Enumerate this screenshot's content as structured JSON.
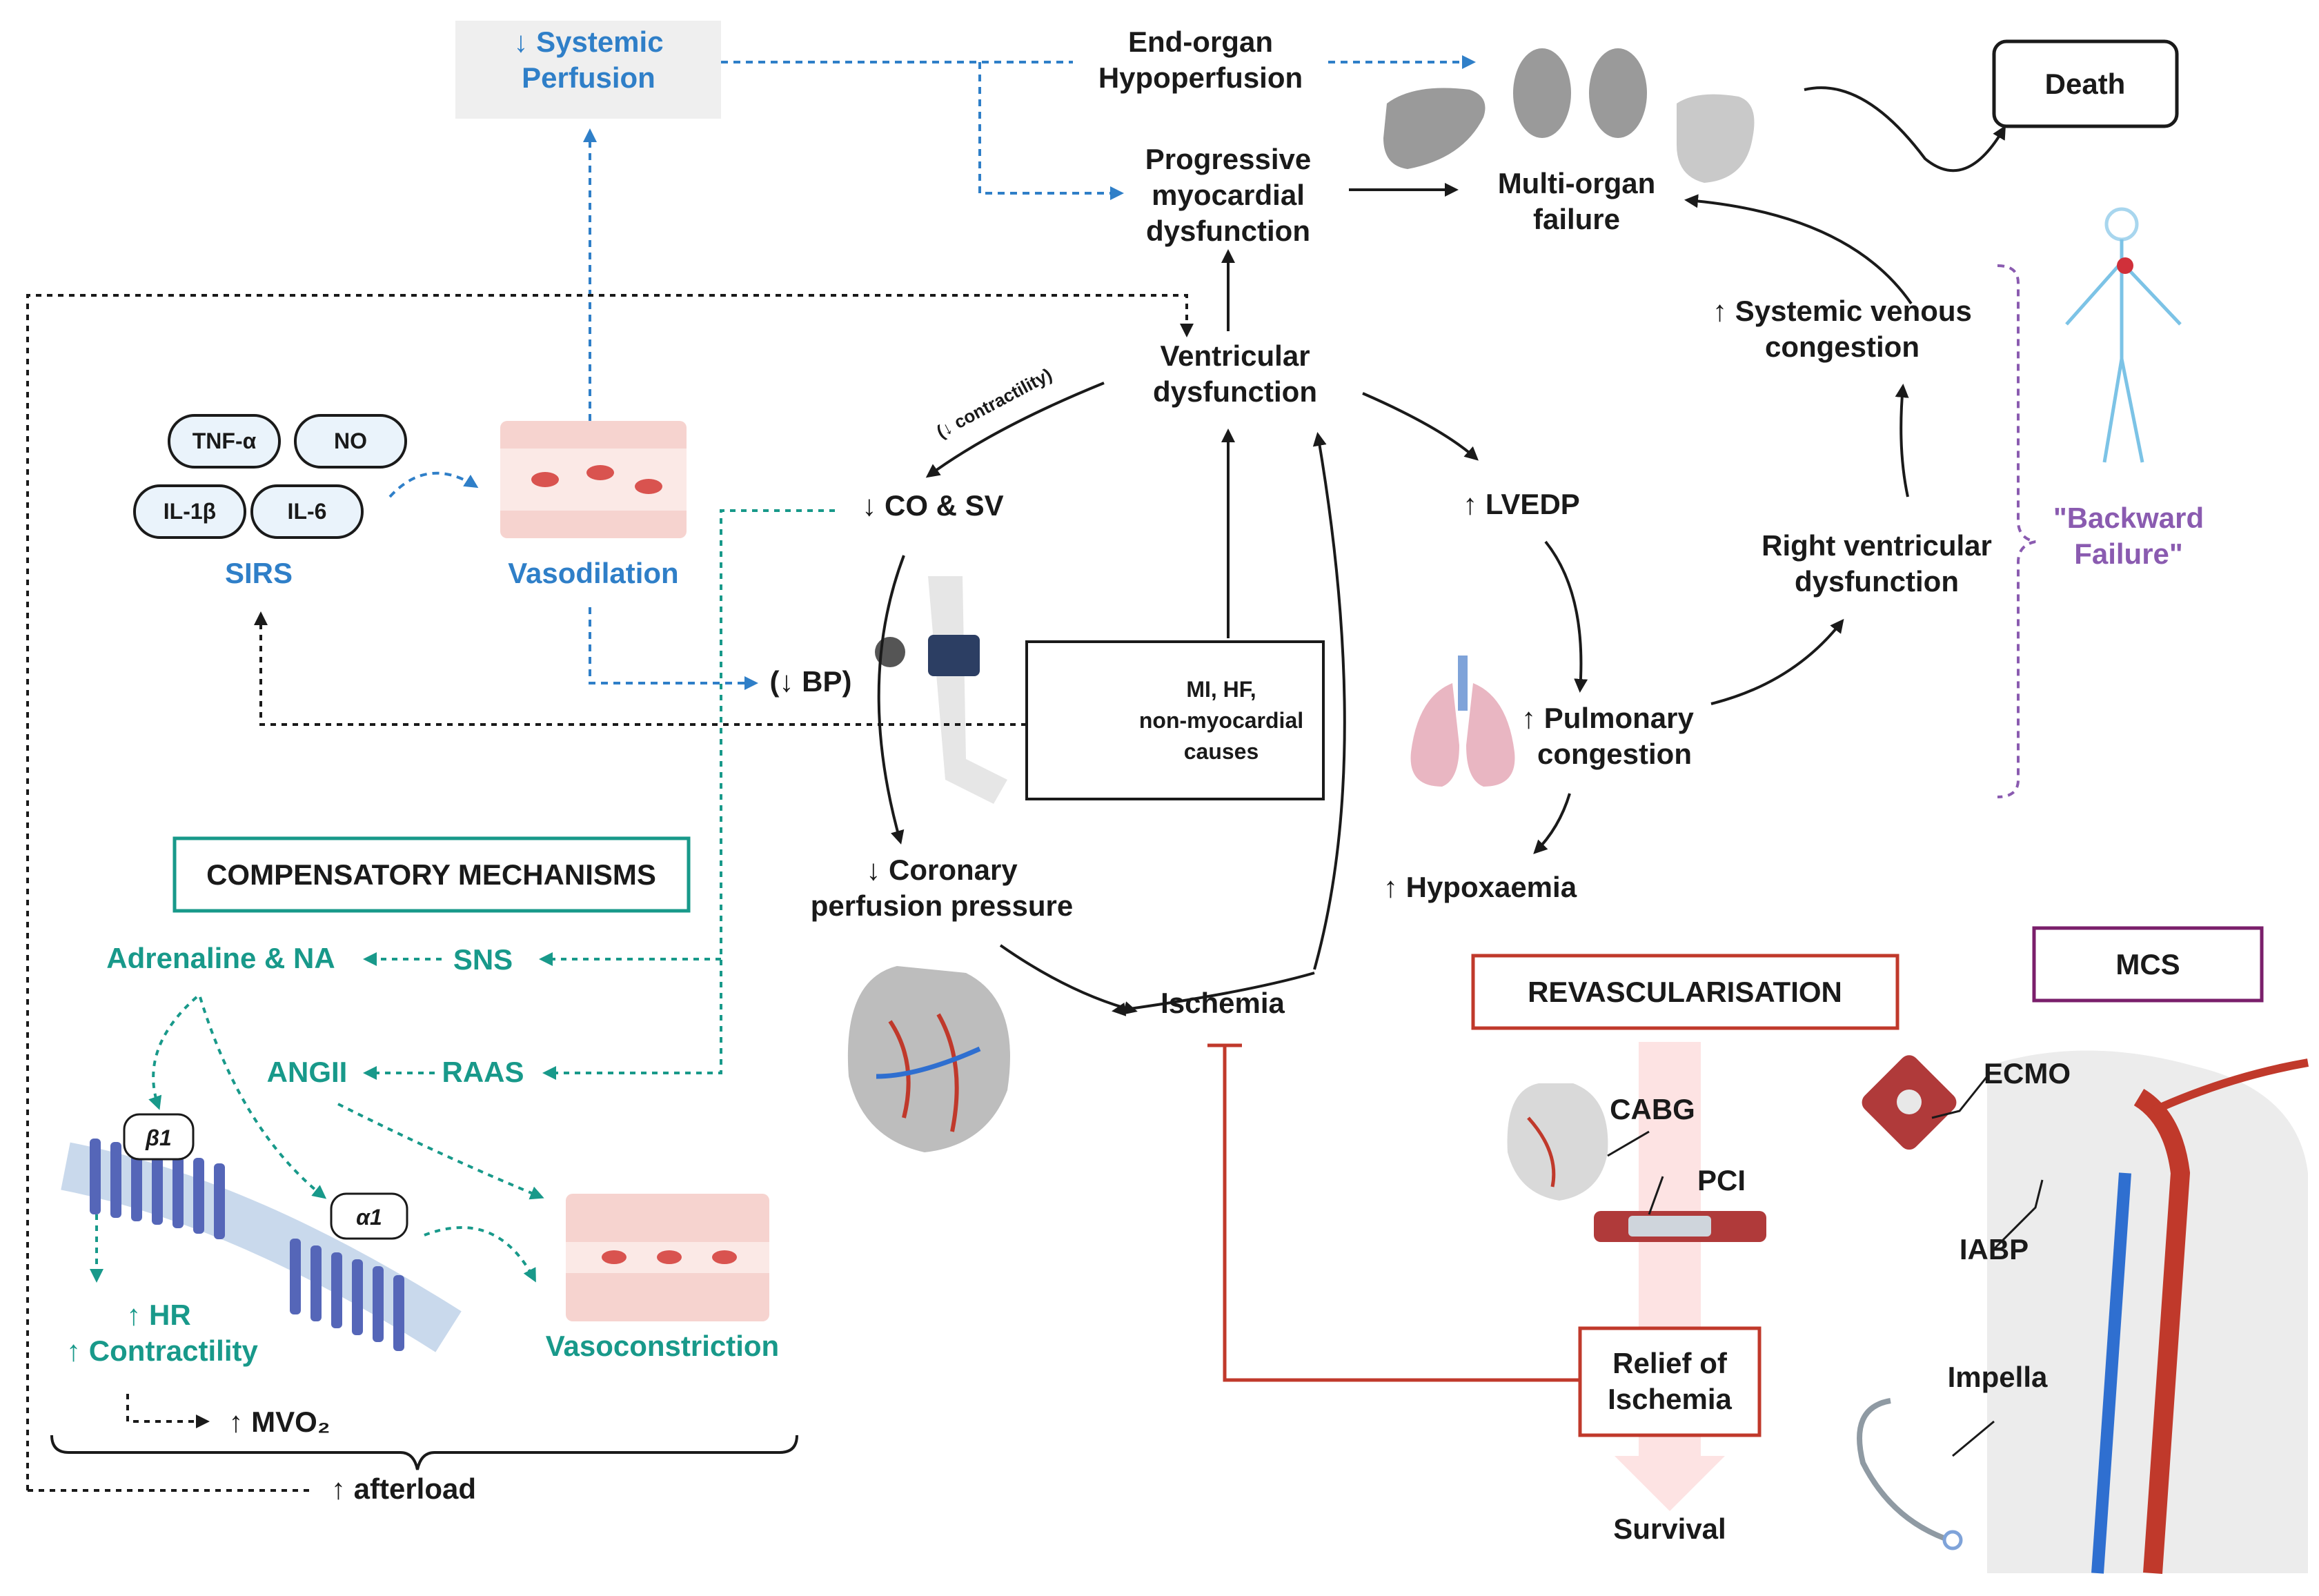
{
  "colors": {
    "black": "#1a1a1a",
    "blue": "#2f7fc8",
    "teal": "#18998a",
    "red": "#c0392b",
    "purple": "#8a5bb0",
    "organ_gray": "#9a9a9a",
    "vessel_pink": "#f3c4c0",
    "receptor_blue": "#5566b8"
  },
  "nodes": {
    "systemic_perfusion": [
      "↓ Systemic",
      "Perfusion"
    ],
    "end_organ": [
      "End-organ",
      "Hypoperfusion"
    ],
    "progressive": [
      "Progressive",
      "myocardial",
      "dysfunction"
    ],
    "multi_organ": [
      "Multi-organ",
      "failure"
    ],
    "death": "Death",
    "ventricular": [
      "Ventricular",
      "dysfunction"
    ],
    "contractility_note": "(↓ contractility)",
    "co_sv": "↓ CO & SV",
    "lvedp": "↑ LVEDP",
    "systemic_venous": [
      "↑ Systemic venous",
      "congestion"
    ],
    "rv_dysfunction": [
      "Right ventricular",
      "dysfunction"
    ],
    "backward_failure": [
      "\"Backward",
      "Failure\""
    ],
    "pulmonary": [
      "↑ Pulmonary",
      "congestion"
    ],
    "hypoxaemia": "↑ Hypoxaemia",
    "bp": "(↓ BP)",
    "mi_box": [
      "MI, HF,",
      "non-myocardial",
      "causes"
    ],
    "coronary": [
      "↓ Coronary",
      "perfusion pressure"
    ],
    "ischemia": "Ischemia",
    "sirs": "SIRS",
    "vasodilation": "Vasodilation",
    "cytokines": [
      "TNF-α",
      "NO",
      "IL-1β",
      "IL-6"
    ],
    "compensatory": "COMPENSATORY MECHANISMS",
    "adrenaline": "Adrenaline & NA",
    "sns": "SNS",
    "angii": "ANGII",
    "raas": "RAAS",
    "beta1": "β1",
    "alpha1": "α1",
    "hr": "↑ HR",
    "contractility": "↑ Contractility",
    "vasoconstriction": "Vasoconstriction",
    "mvo2": "↑ MVO₂",
    "afterload": "↑ afterload",
    "revasc": "REVASCULARISATION",
    "cabg": "CABG",
    "pci": "PCI",
    "relief": [
      "Relief of",
      "Ischemia"
    ],
    "survival": "Survival",
    "mcs": "MCS",
    "ecmo": "ECMO",
    "iabp": "IABP",
    "impella": "Impella"
  }
}
